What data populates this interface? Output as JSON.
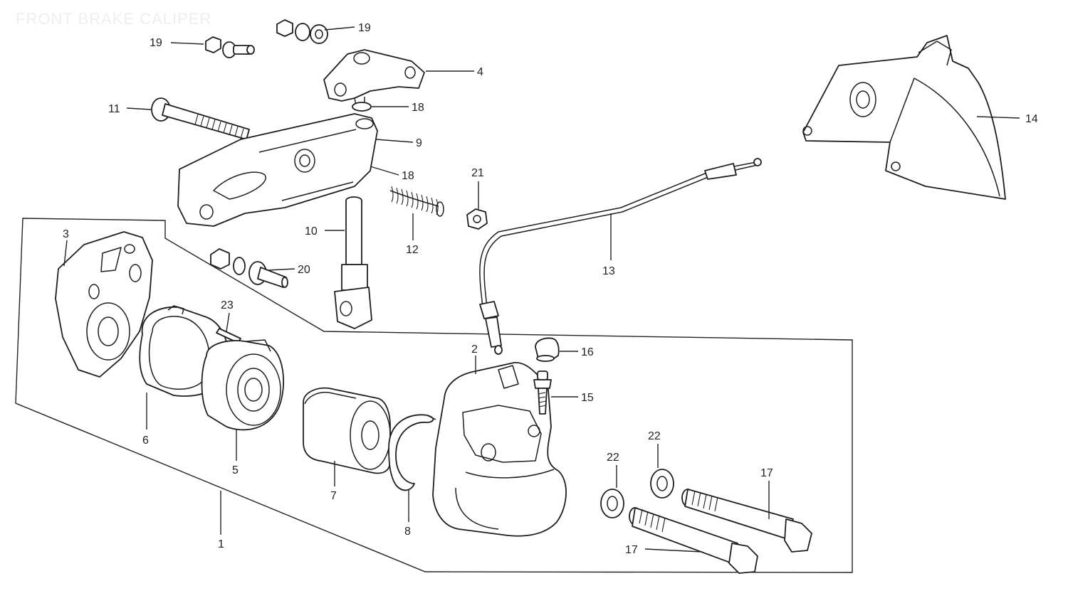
{
  "diagram": {
    "title": "FRONT BRAKE CALIPER",
    "callouts": [
      {
        "id": "c19a",
        "label": "19"
      },
      {
        "id": "c19b",
        "label": "19"
      },
      {
        "id": "c4",
        "label": "4"
      },
      {
        "id": "c11",
        "label": "11"
      },
      {
        "id": "c18a",
        "label": "18"
      },
      {
        "id": "c9",
        "label": "9"
      },
      {
        "id": "c18b",
        "label": "18"
      },
      {
        "id": "c21",
        "label": "21"
      },
      {
        "id": "c10",
        "label": "10"
      },
      {
        "id": "c12",
        "label": "12"
      },
      {
        "id": "c3",
        "label": "3"
      },
      {
        "id": "c20",
        "label": "20"
      },
      {
        "id": "c13",
        "label": "13"
      },
      {
        "id": "c14",
        "label": "14"
      },
      {
        "id": "c23",
        "label": "23"
      },
      {
        "id": "c2",
        "label": "2"
      },
      {
        "id": "c16",
        "label": "16"
      },
      {
        "id": "c15",
        "label": "15"
      },
      {
        "id": "c6",
        "label": "6"
      },
      {
        "id": "c5",
        "label": "5"
      },
      {
        "id": "c22a",
        "label": "22"
      },
      {
        "id": "c22b",
        "label": "22"
      },
      {
        "id": "c17a",
        "label": "17"
      },
      {
        "id": "c7",
        "label": "7"
      },
      {
        "id": "c8",
        "label": "8"
      },
      {
        "id": "c1",
        "label": "1"
      },
      {
        "id": "c17b",
        "label": "17"
      }
    ]
  }
}
